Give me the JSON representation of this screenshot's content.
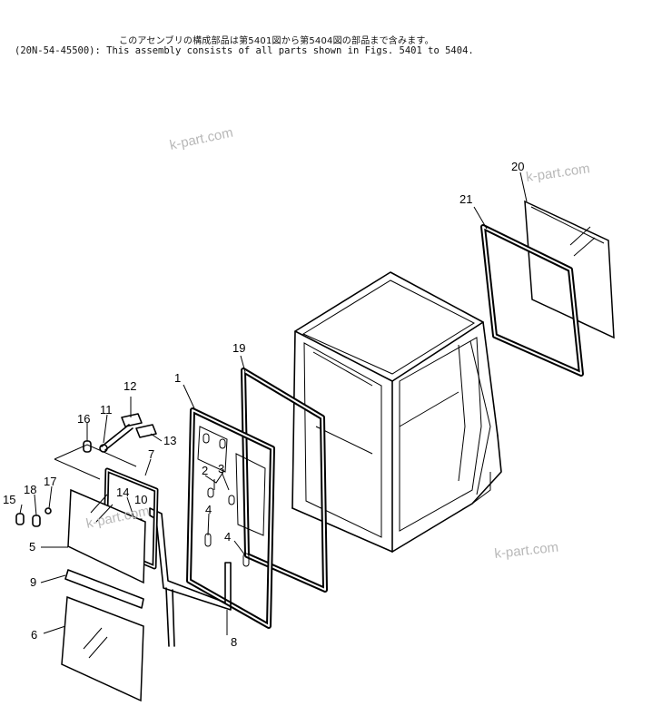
{
  "header": {
    "note_jp": "このアセンブリの構成部品は第5401図から第5404図の部品まで含みます。",
    "note_en": "(20N-54-45500): This assembly consists of all parts shown in Figs. 5401 to 5404."
  },
  "watermarks": [
    "k-part.com",
    "k-part.com",
    "k-part.com",
    "k-part.com"
  ],
  "callouts": [
    "1",
    "2",
    "3",
    "4",
    "4",
    "5",
    "6",
    "7",
    "8",
    "9",
    "10",
    "11",
    "12",
    "13",
    "14",
    "15",
    "16",
    "17",
    "18",
    "19",
    "20",
    "21"
  ]
}
